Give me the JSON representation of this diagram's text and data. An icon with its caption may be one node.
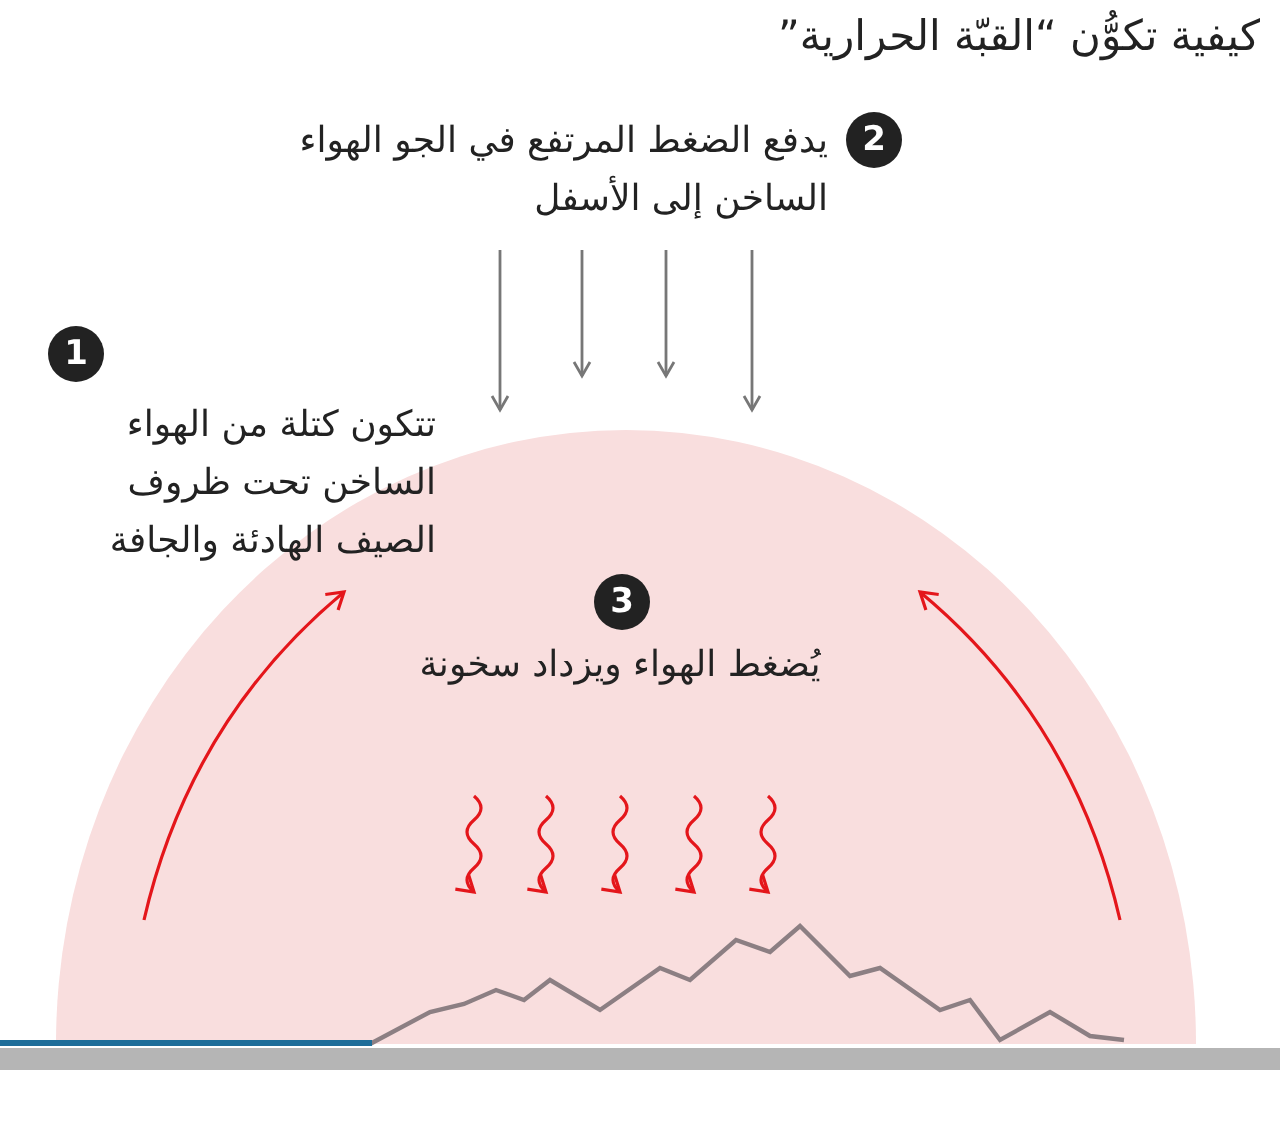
{
  "diagram": {
    "title": "كيفية تكوُّن “القبّة الحرارية”",
    "labels": [
      "1",
      "تتكون كتلة من الهواء الساخن تحت ظروف الصيف الهادئة والجافة",
      "2",
      "يدفع الضغط المرتفع في الجو الهواء الساخن إلى الأسفل",
      "3",
      "يُضغط الهواء ويزداد سخونة"
    ]
  }
}
